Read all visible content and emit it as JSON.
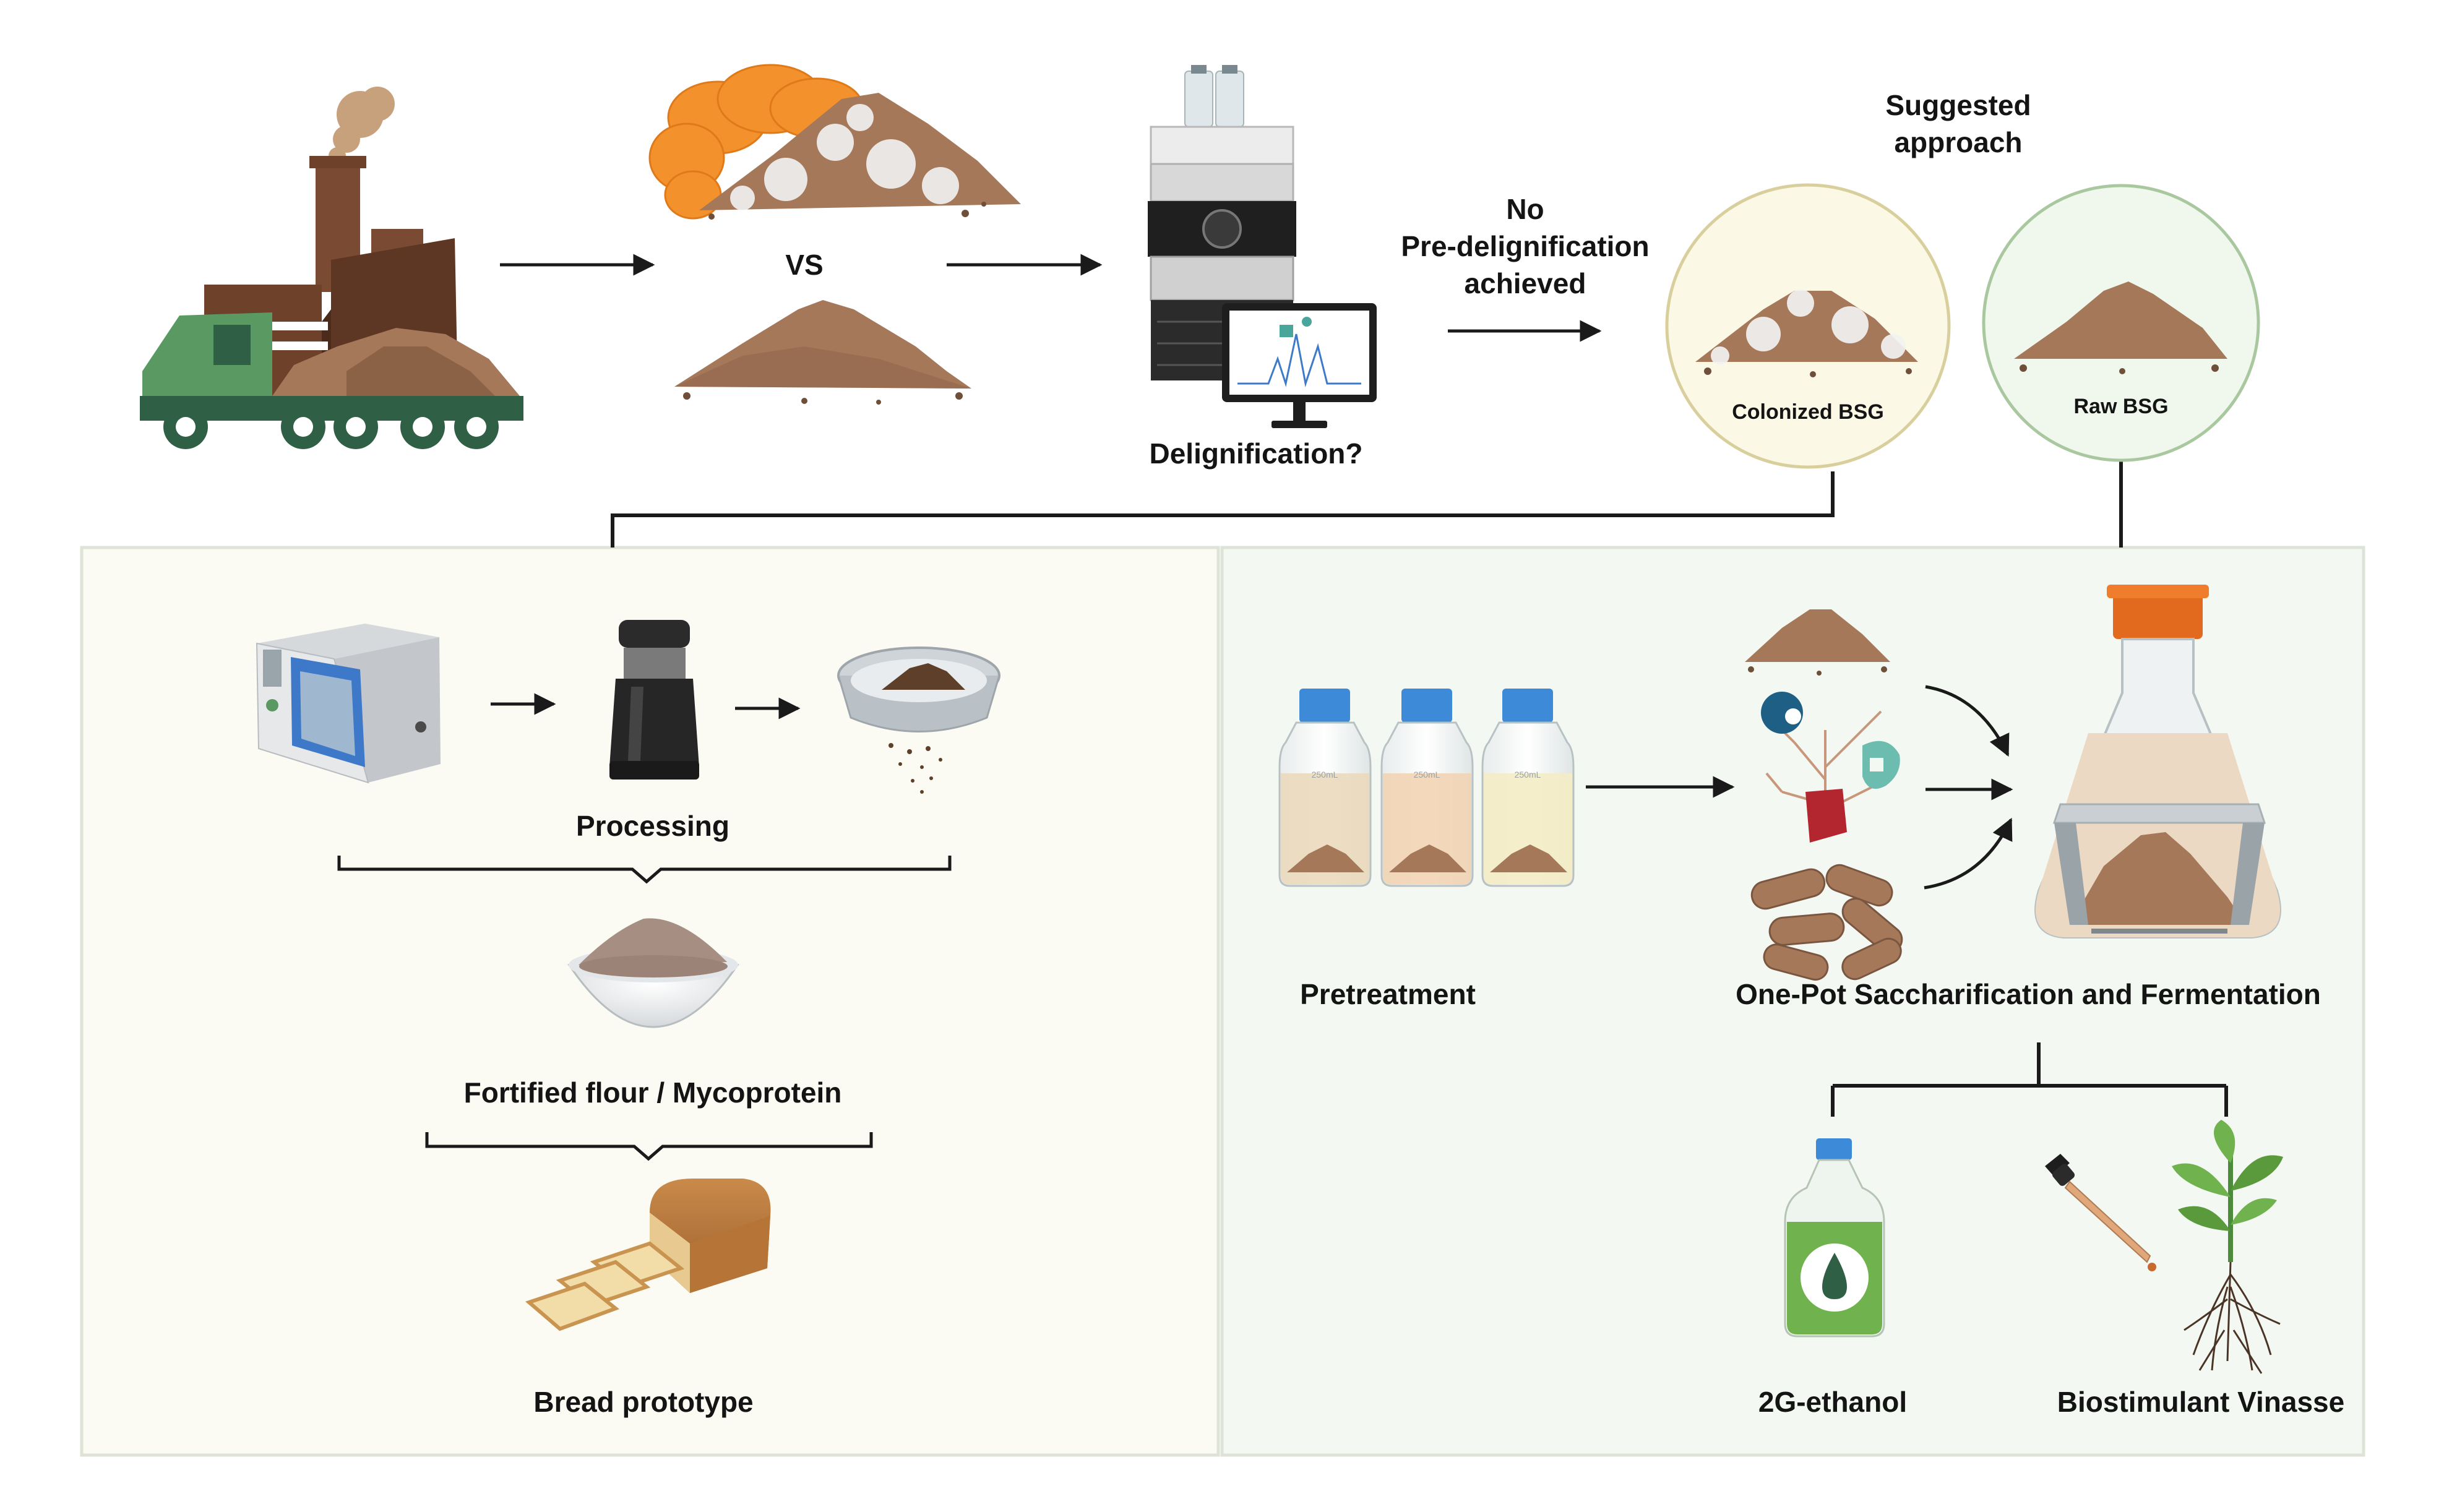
{
  "labels": {
    "vs": "VS",
    "delignification": "Delignification?",
    "no_predelig_line1": "No",
    "no_predelig_line2": "Pre-delignification",
    "no_predelig_line3": "achieved",
    "suggested_line1": "Suggested",
    "suggested_line2": "approach",
    "colonized_bsg": "Colonized BSG",
    "raw_bsg": "Raw BSG",
    "processing": "Processing",
    "fortified_flour": "Fortified flour / Mycoprotein",
    "bread_prototype": "Bread prototype",
    "pretreatment": "Pretreatment",
    "ospf": "One-Pot Saccharification and Fermentation",
    "ethanol": "2G-ethanol",
    "vinasse": "Biostimulant Vinasse",
    "bottle_volume": "250mL"
  },
  "colors": {
    "left_panel_bg": "#fbfbf3",
    "right_panel_bg": "#f3f9f2",
    "panel_border": "#dde3d6",
    "colonized_circle": "#fbf8e6",
    "colonized_stroke": "#d8cf9c",
    "raw_circle": "#f0f8ee",
    "raw_stroke": "#a9c89f",
    "bsg_brown": "#a5785a",
    "factory_brown": "#7a4a33",
    "truck_green": "#5a9a62",
    "truck_dark": "#2f5f45",
    "mushroom_orange": "#f3912d",
    "cap_orange": "#e8731f",
    "cap_blue": "#3d8ad8",
    "ethanol_green": "#6fb24e",
    "enzyme_red": "#b3262f",
    "enzyme_teal": "#6cbcb0",
    "enzyme_navy": "#1e5f86"
  }
}
